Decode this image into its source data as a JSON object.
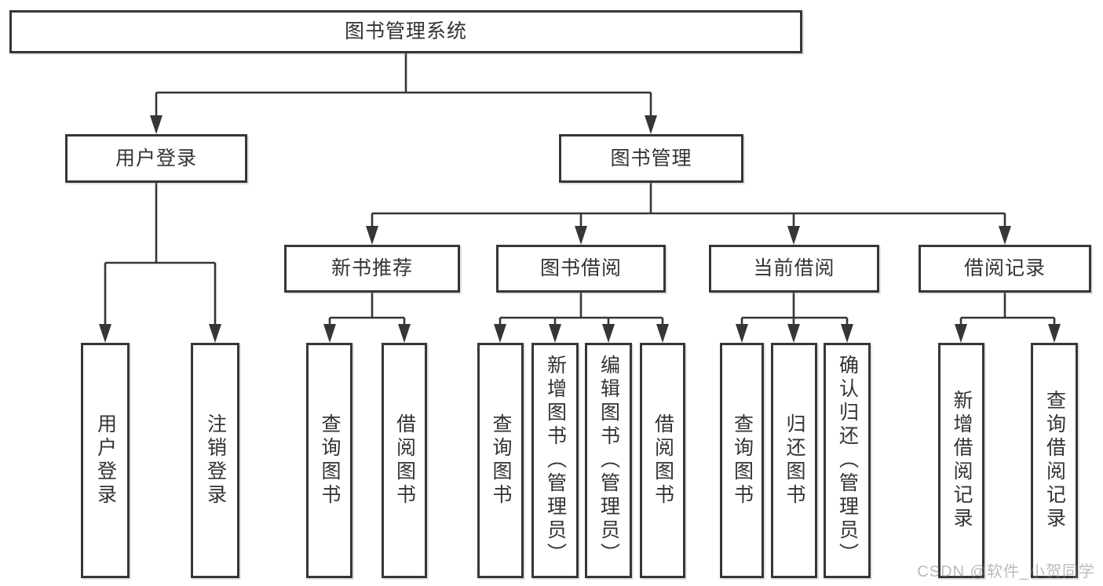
{
  "tree": {
    "root": {
      "label": "图书管理系统"
    },
    "branches": [
      {
        "label": "用户登录",
        "children": [
          {
            "label": "用户登录"
          },
          {
            "label": "注销登录"
          }
        ]
      },
      {
        "label": "图书管理",
        "groups": [
          {
            "label": "新书推荐",
            "children": [
              {
                "label": "查询图书"
              },
              {
                "label": "借阅图书"
              }
            ]
          },
          {
            "label": "图书借阅",
            "children": [
              {
                "label": "查询图书"
              },
              {
                "label": "新增图书（管理员）"
              },
              {
                "label": "编辑图书（管理员）"
              },
              {
                "label": "借阅图书"
              }
            ]
          },
          {
            "label": "当前借阅",
            "children": [
              {
                "label": "查询图书"
              },
              {
                "label": "归还图书"
              },
              {
                "label": "确认归还（管理员）"
              }
            ]
          },
          {
            "label": "借阅记录",
            "children": [
              {
                "label": "新增借阅记录"
              },
              {
                "label": "查询借阅记录"
              }
            ]
          }
        ]
      }
    ]
  },
  "watermark": "CSDN @软件_小贺同学",
  "colors": {
    "line": "#363636",
    "text": "#333333",
    "watermark": "#9e9e9e",
    "background": "#ffffff"
  }
}
